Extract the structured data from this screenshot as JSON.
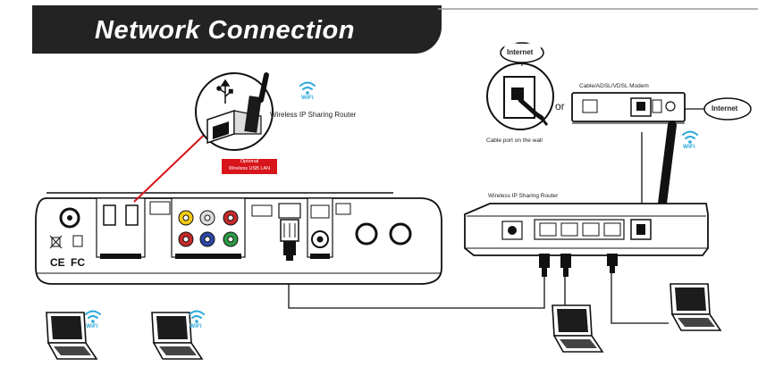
{
  "title": "Network Connection",
  "labels": {
    "dongle_router": "Wireless IP Sharing Router",
    "optional_line1": "Optional",
    "optional_line2": "Wireless USB LAN",
    "internet_1": "Internet",
    "internet_2": "Internet",
    "or": "or",
    "modem": "Cable/ADSL/VDSL Modem",
    "cable_port": "Cable port on the wall",
    "router": "Wireless IP Sharing Router",
    "wifi": "WiFi"
  },
  "colors": {
    "banner": "#232323",
    "optional_tag": "#d8151b",
    "line": "#111111",
    "wifi": "#2aa7d8",
    "rca_yellow": "#f3c916",
    "rca_red": "#c62a2a",
    "rca_green": "#2e9b45",
    "rca_blue": "#2d48a8"
  },
  "icons": [
    "usb-icon",
    "wifi-icon",
    "laptop-icon",
    "antenna-icon",
    "ethernet-plug-icon",
    "ce-mark-icon",
    "fc-mark-icon",
    "weee-bin-icon"
  ]
}
